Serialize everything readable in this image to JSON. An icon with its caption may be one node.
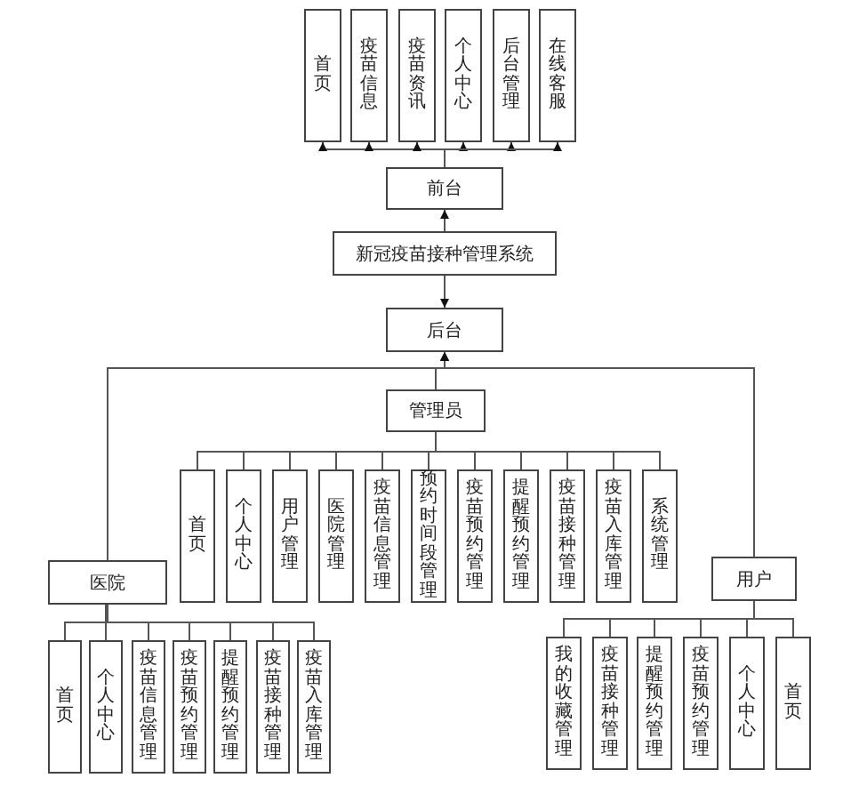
{
  "diagram": {
    "nodes": [
      {
        "text": [
          "首页"
        ]
      },
      {
        "text": [
          "疫苗信息"
        ]
      },
      {
        "text": [
          "疫苗资讯"
        ]
      },
      {
        "text": [
          "个人中心"
        ]
      },
      {
        "text": [
          "后台管理"
        ]
      },
      {
        "text": [
          "在线客服"
        ]
      },
      {
        "text": [
          "前台"
        ]
      },
      {
        "text": [
          "新冠疫苗接种管理系统"
        ]
      },
      {
        "text": [
          "后台"
        ]
      },
      {
        "text": [
          "管理员"
        ]
      },
      {
        "text": [
          "医院"
        ]
      },
      {
        "text": [
          "用户"
        ]
      },
      {
        "text": [
          "首页"
        ]
      },
      {
        "text": [
          "个人中心"
        ]
      },
      {
        "text": [
          "用户管理"
        ]
      },
      {
        "text": [
          "医院管理"
        ]
      },
      {
        "text": [
          "疫苗信息管理"
        ]
      },
      {
        "text": [
          "预约时间段管理"
        ]
      },
      {
        "text": [
          "疫苗预约管理"
        ]
      },
      {
        "text": [
          "提醒预约管理"
        ]
      },
      {
        "text": [
          "疫苗接种管理"
        ]
      },
      {
        "text": [
          "疫苗入库管理"
        ]
      },
      {
        "text": [
          "系统管理"
        ]
      },
      {
        "text": [
          "首页"
        ]
      },
      {
        "text": [
          "个人中心"
        ]
      },
      {
        "text": [
          "疫苗信息管理"
        ]
      },
      {
        "text": [
          "疫苗预约管理"
        ]
      },
      {
        "text": [
          "提醒预约管理"
        ]
      },
      {
        "text": [
          "疫苗接种管理"
        ]
      },
      {
        "text": [
          "疫苗入库管理"
        ]
      },
      {
        "text": [
          "我的收藏管理"
        ]
      },
      {
        "text": [
          "疫苗接种管理"
        ]
      },
      {
        "text": [
          "提醒预约管理"
        ]
      },
      {
        "text": [
          "疫苗预约管理"
        ]
      },
      {
        "text": [
          "个人中心"
        ]
      },
      {
        "text": [
          "首页"
        ]
      }
    ],
    "edges": [
      {
        "from": 6,
        "to": 0,
        "arrow": "to"
      },
      {
        "from": 6,
        "to": 1,
        "arrow": "to"
      },
      {
        "from": 6,
        "to": 2,
        "arrow": "to"
      },
      {
        "from": 6,
        "to": 3,
        "arrow": "to"
      },
      {
        "from": 6,
        "to": 4,
        "arrow": "to"
      },
      {
        "from": 6,
        "to": 5,
        "arrow": "to"
      },
      {
        "from": 7,
        "to": 6,
        "arrow": "to"
      },
      {
        "from": 7,
        "to": 8,
        "arrow": "to"
      },
      {
        "from": 9,
        "to": 8,
        "arrow": "to"
      },
      {
        "from": 10,
        "to": 8,
        "arrow": "to"
      },
      {
        "from": 11,
        "to": 8,
        "arrow": "to"
      },
      {
        "from": 9,
        "to": 12,
        "arrow": "none"
      },
      {
        "from": 9,
        "to": 13,
        "arrow": "none"
      },
      {
        "from": 9,
        "to": 14,
        "arrow": "none"
      },
      {
        "from": 9,
        "to": 15,
        "arrow": "none"
      },
      {
        "from": 9,
        "to": 16,
        "arrow": "none"
      },
      {
        "from": 9,
        "to": 17,
        "arrow": "none"
      },
      {
        "from": 9,
        "to": 18,
        "arrow": "none"
      },
      {
        "from": 9,
        "to": 19,
        "arrow": "none"
      },
      {
        "from": 9,
        "to": 20,
        "arrow": "none"
      },
      {
        "from": 9,
        "to": 21,
        "arrow": "none"
      },
      {
        "from": 9,
        "to": 22,
        "arrow": "none"
      },
      {
        "from": 10,
        "to": 23,
        "arrow": "none"
      },
      {
        "from": 10,
        "to": 24,
        "arrow": "none"
      },
      {
        "from": 10,
        "to": 25,
        "arrow": "none"
      },
      {
        "from": 10,
        "to": 26,
        "arrow": "none"
      },
      {
        "from": 10,
        "to": 27,
        "arrow": "none"
      },
      {
        "from": 10,
        "to": 28,
        "arrow": "none"
      },
      {
        "from": 10,
        "to": 29,
        "arrow": "none"
      },
      {
        "from": 11,
        "to": 30,
        "arrow": "none"
      },
      {
        "from": 11,
        "to": 31,
        "arrow": "none"
      },
      {
        "from": 11,
        "to": 32,
        "arrow": "none"
      },
      {
        "from": 11,
        "to": 33,
        "arrow": "none"
      },
      {
        "from": 11,
        "to": 34,
        "arrow": "none"
      },
      {
        "from": 11,
        "to": 35,
        "arrow": "none"
      }
    ]
  }
}
